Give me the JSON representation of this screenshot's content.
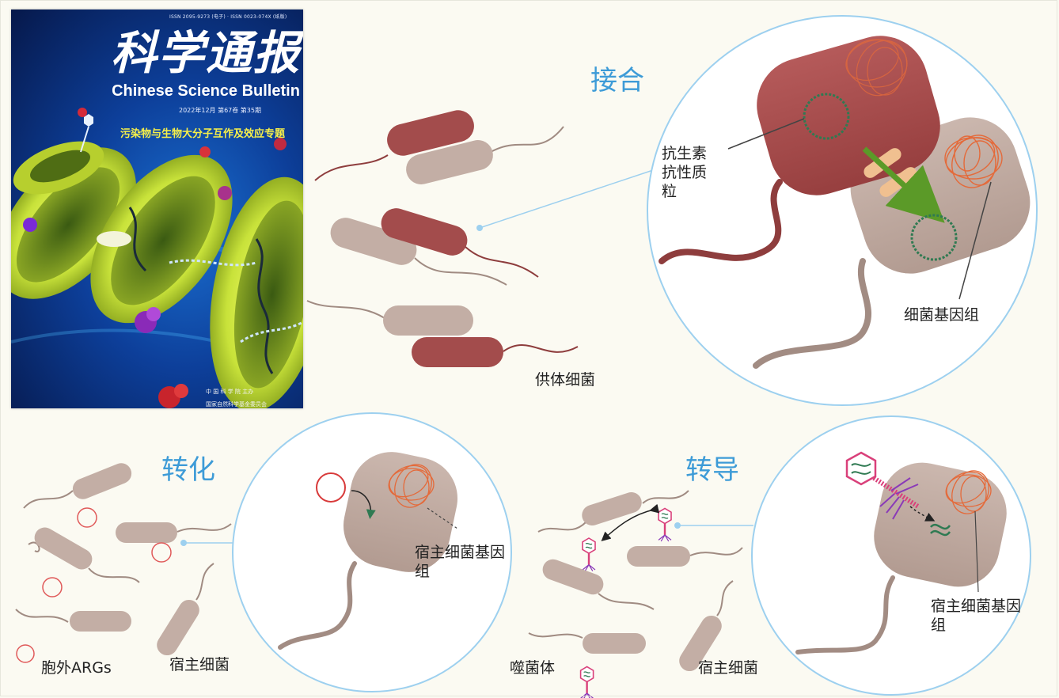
{
  "cover": {
    "issn": "ISSN 2095-9273 (电子) · ISSN 0023-074X (纸版)",
    "title_cn": "科学通报",
    "title_en": "Chinese Science Bulletin",
    "issue": "2022年12月 第67卷 第35期",
    "topic": "污染物与生物大分子互作及效应专题",
    "publisher_line1": "中  国  科  学  院   主办",
    "publisher_line2": "国家自然科学基金委员会"
  },
  "sections": {
    "conjugation": {
      "title": "接合",
      "plasmid_label": "抗生素抗性质粒",
      "genome_label": "细菌基因组",
      "donor_label": "供体细菌"
    },
    "transformation": {
      "title": "转化",
      "host_genome_label": "宿主细菌基因组",
      "extracellular_label": "胞外ARGs",
      "host_label": "宿主细菌"
    },
    "transduction": {
      "title": "转导",
      "host_genome_label": "宿主细菌基因组",
      "phage_label": "噬菌体",
      "host_label": "宿主细菌"
    }
  },
  "colors": {
    "donor": "#a34c4c",
    "host": "#bea9a0",
    "plasmid": "#2f7a52",
    "genome": "#e46a3a",
    "accent_blue": "#3d9bd7",
    "circle_stroke": "#9dd0ef",
    "phage": "#d9407a",
    "green_arrow": "#5b9a28"
  }
}
